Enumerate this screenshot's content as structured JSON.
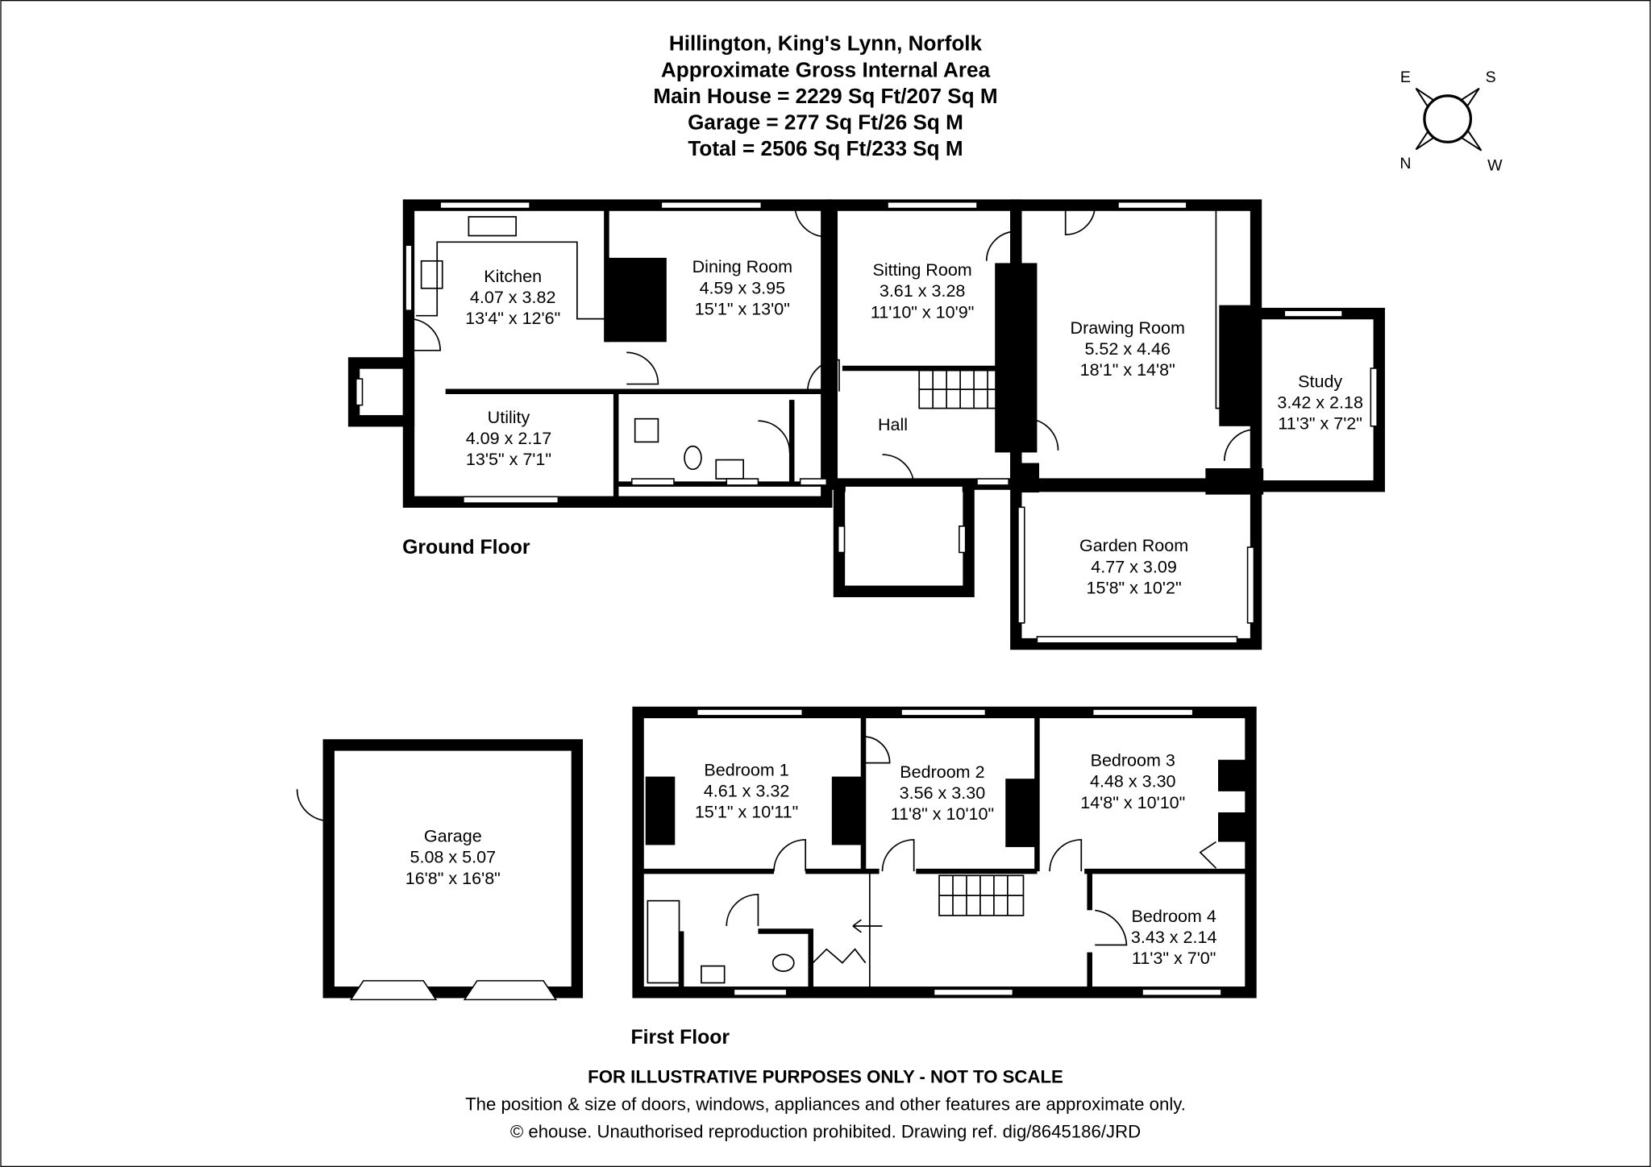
{
  "header": {
    "location": "Hillington, King's Lynn, Norfolk",
    "subtitle": "Approximate Gross Internal Area",
    "main_house": "Main House = 2229 Sq Ft/207 Sq M",
    "garage": "Garage = 277 Sq Ft/26 Sq M",
    "total": "Total = 2506 Sq Ft/233 Sq M"
  },
  "compass": {
    "e": "E",
    "s": "S",
    "n": "N",
    "w": "W"
  },
  "floors": {
    "ground": {
      "label": "Ground Floor",
      "rooms": {
        "kitchen": {
          "name": "Kitchen",
          "metric": "4.07 x 3.82",
          "imperial": "13'4\" x 12'6\""
        },
        "dining": {
          "name": "Dining Room",
          "metric": "4.59 x 3.95",
          "imperial": "15'1\" x 13'0\""
        },
        "sitting": {
          "name": "Sitting Room",
          "metric": "3.61 x 3.28",
          "imperial": "11'10\" x 10'9\""
        },
        "drawing": {
          "name": "Drawing Room",
          "metric": "5.52 x 4.46",
          "imperial": "18'1\" x 14'8\""
        },
        "study": {
          "name": "Study",
          "metric": "3.42 x 2.18",
          "imperial": "11'3\" x 7'2\""
        },
        "utility": {
          "name": "Utility",
          "metric": "4.09 x 2.17",
          "imperial": "13'5\" x 7'1\""
        },
        "hall": {
          "name": "Hall"
        },
        "garden": {
          "name": "Garden Room",
          "metric": "4.77 x 3.09",
          "imperial": "15'8\" x 10'2\""
        }
      }
    },
    "first": {
      "label": "First Floor",
      "rooms": {
        "bed1": {
          "name": "Bedroom 1",
          "metric": "4.61 x 3.32",
          "imperial": "15'1\" x 10'11\""
        },
        "bed2": {
          "name": "Bedroom 2",
          "metric": "3.56 x 3.30",
          "imperial": "11'8\" x 10'10\""
        },
        "bed3": {
          "name": "Bedroom 3",
          "metric": "4.48 x 3.30",
          "imperial": "14'8\" x 10'10\""
        },
        "bed4": {
          "name": "Bedroom 4",
          "metric": "3.43 x 2.14",
          "imperial": "11'3\" x 7'0\""
        }
      }
    },
    "garage": {
      "rooms": {
        "garage": {
          "name": "Garage",
          "metric": "5.08 x 5.07",
          "imperial": "16'8\" x 16'8\""
        }
      }
    }
  },
  "footer": {
    "disclaimer": "FOR ILLUSTRATIVE PURPOSES ONLY - NOT TO SCALE",
    "note": "The position & size of doors, windows, appliances and other features are approximate only.",
    "copyright": "© ehouse. Unauthorised reproduction prohibited. Drawing ref. dig/8645186/JRD"
  }
}
